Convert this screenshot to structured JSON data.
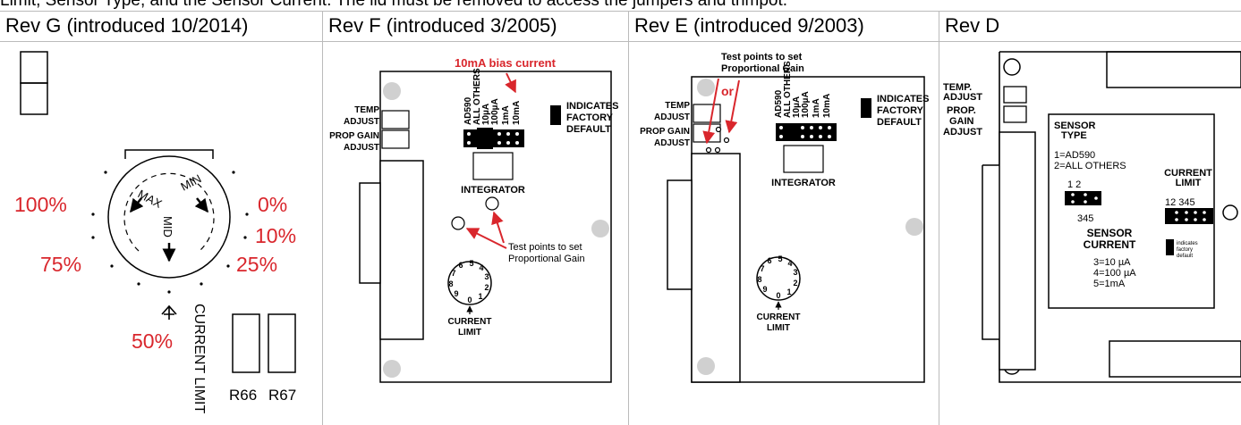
{
  "intro_text": "Limit, Sensor Type, and the Sensor Current. The lid must be removed to access the jumpers and trimpot.",
  "headers": {
    "rev_g": "Rev G (introduced 10/2014)",
    "rev_f": "Rev F (introduced 3/2005)",
    "rev_e": "Rev E (introduced 9/2003)",
    "rev_d": "Rev D"
  },
  "colors": {
    "accent_red": "#d9262c",
    "grid_line": "#bbbbbb",
    "test_point_gray": "#d0d0d0"
  },
  "rev_g": {
    "pct_100": "100%",
    "pct_75": "75%",
    "pct_50": "50%",
    "pct_0": "0%",
    "pct_10": "10%",
    "pct_25": "25%",
    "max": "MAX",
    "min": "MIN",
    "mid": "MID",
    "current_limit": "CURRENT LIMIT",
    "r66": "R66",
    "r67": "R67"
  },
  "rev_f": {
    "bias_note": "10mA bias current",
    "indicates": "INDICATES",
    "factory": "FACTORY",
    "default": "DEFAULT",
    "temp": "TEMP",
    "adjust": "ADJUST",
    "prop_gain": "PROP GAIN",
    "adjust2": "ADJUST",
    "col_ad590": "AD590",
    "col_all_others": "ALL OTHERS",
    "col_10ua": "10µA",
    "col_100ua": "100µA",
    "col_1ma": "1mA",
    "col_10ma": "10mA",
    "integrator": "INTEGRATOR",
    "test_points_1": "Test points to set",
    "test_points_2": "Proportional Gain",
    "current": "CURRENT",
    "limit": "LIMIT",
    "dial": [
      "0",
      "1",
      "2",
      "3",
      "4",
      "5",
      "6",
      "7",
      "8",
      "9"
    ]
  },
  "rev_e": {
    "test_points_1": "Test points to set",
    "test_points_2": "Proportional Gain",
    "or": "or",
    "indicates": "INDICATES",
    "factory": "FACTORY",
    "default": "DEFAULT",
    "temp": "TEMP",
    "adjust": "ADJUST",
    "prop_gain": "PROP GAIN",
    "adjust2": "ADJUST",
    "col_ad590": "AD590",
    "col_all_others": "ALL OTHERS",
    "col_10ua": "10µA",
    "col_100ua": "100µA",
    "col_1ma": "1mA",
    "col_10ma": "10mA",
    "integrator": "INTEGRATOR",
    "current": "CURRENT",
    "limit": "LIMIT",
    "dial": [
      "0",
      "1",
      "2",
      "3",
      "4",
      "5",
      "6",
      "7",
      "8",
      "9"
    ]
  },
  "rev_d": {
    "temp": "TEMP.",
    "adjust": "ADJUST",
    "prop": "PROP.",
    "gain": "GAIN",
    "adjust2": "ADJUST",
    "sensor_type_1": "SENSOR",
    "sensor_type_2": "TYPE",
    "opt1": "1=AD590",
    "opt2": "2=ALL OTHERS",
    "jumper_12": "1 2",
    "jumper_345": "345",
    "current_limit_1": "CURRENT",
    "current_limit_2": "LIMIT",
    "cl_pins": "12 345",
    "sensor_current_1": "SENSOR",
    "sensor_current_2": "CURRENT",
    "sc3": "3=10 µA",
    "sc4": "4=100 µA",
    "sc5": "5=1mA",
    "ind1": "indicates",
    "ind2": "factory",
    "ind3": "default"
  }
}
